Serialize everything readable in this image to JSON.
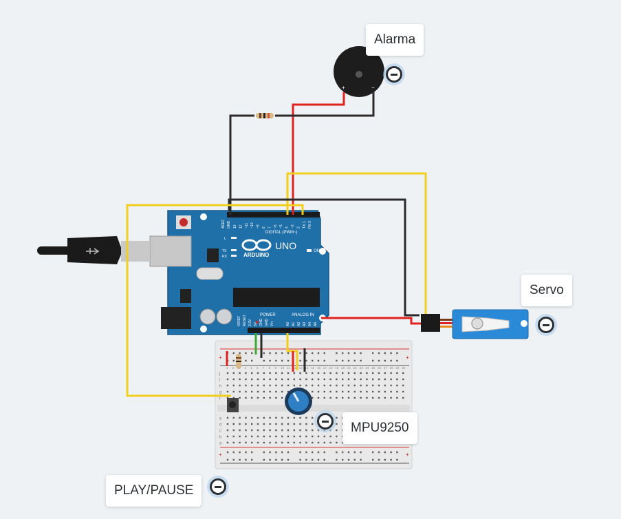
{
  "labels": {
    "alarma": "Alarma",
    "servo": "Servo",
    "mpu": "MPU9250",
    "playpause": "PLAY/PAUSE"
  },
  "board": {
    "brand": "ARDUINO",
    "model": "UNO",
    "on_label": "ON",
    "digital_label": "DIGITAL (PWM~)",
    "power_label": "POWER",
    "analog_label": "ANALOG IN",
    "tx_label": "TX",
    "rx_label": "RX",
    "l_label": "L",
    "aref_label": "AREF",
    "gnd_label": "GND",
    "top_pins": [
      "13",
      "12",
      "~11",
      "~10",
      "~9",
      "8",
      "7",
      "~6",
      "~5",
      "4",
      "~3",
      "2",
      "TX 1",
      "RX 0"
    ],
    "power_pins": [
      "IOREF",
      "RESET",
      "3.3V",
      "5V",
      "GND",
      "GND",
      "Vin"
    ],
    "analog_pins": [
      "A0",
      "A1",
      "A2",
      "A3",
      "A4",
      "A5"
    ]
  },
  "buzzer": {
    "plus": "+",
    "minus": "−"
  },
  "breadboard": {
    "row_letters": [
      "j",
      "i",
      "h",
      "g",
      "f",
      "e",
      "d",
      "c",
      "b",
      "a"
    ],
    "columns": [
      "1",
      "2",
      "3",
      "4",
      "5",
      "6",
      "7",
      "8",
      "9",
      "10",
      "11",
      "12",
      "13",
      "14",
      "15",
      "16",
      "17",
      "18",
      "19",
      "20",
      "21",
      "22",
      "23",
      "24",
      "25",
      "26",
      "27",
      "28",
      "29",
      "30"
    ],
    "plus": "+",
    "minus": "−"
  },
  "colors": {
    "background": "#eef2f5",
    "board": "#1f6fa8",
    "wire_red": "#e0211d",
    "wire_black": "#2a2a2a",
    "wire_yellow": "#f2cf1e",
    "wire_green": "#3aa935",
    "servo": "#2b8ad8"
  }
}
